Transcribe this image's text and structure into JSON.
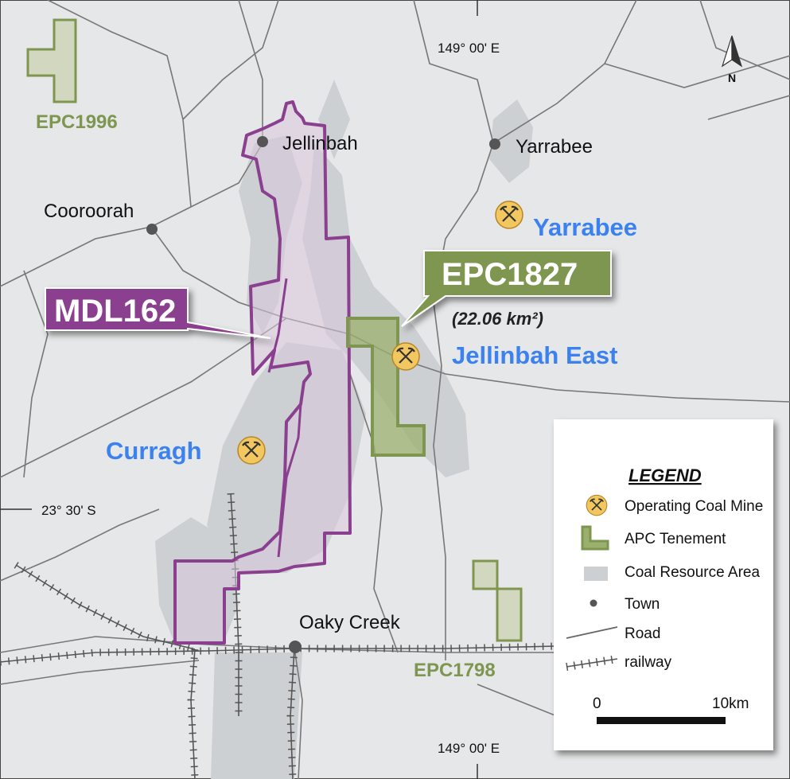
{
  "map": {
    "north": "N",
    "coords": {
      "lon_top": "149° 00' E",
      "lon_bottom": "149° 00' E",
      "lat": "23° 30' S"
    },
    "towns": {
      "jellinbah": "Jellinbah",
      "yarrabee": "Yarrabee",
      "cooroorah": "Cooroorah",
      "oaky_creek": "Oaky Creek"
    },
    "mines": {
      "yarrabee": "Yarrabee",
      "jellinbah_east": "Jellinbah East",
      "curragh": "Curragh"
    },
    "tenements": {
      "epc1996": "EPC1996",
      "epc1798": "EPC1798"
    },
    "callouts": {
      "epc1827": "EPC1827",
      "epc1827_area": "(22.06 km²)",
      "mdl162": "MDL162"
    },
    "colors": {
      "tenement_green": "#7e9650",
      "mdl_purple": "#8b3f8f",
      "mine_label_blue": "#3b82f0",
      "coal_resource_grey": "#cdd0d3",
      "background_grey": "#e6e7e8"
    }
  },
  "legend": {
    "title": "LEGEND",
    "items": [
      {
        "label": "Operating Coal Mine",
        "icon": "coal-mine-icon"
      },
      {
        "label": "APC Tenement",
        "icon": "tenement-icon"
      },
      {
        "label": "Coal Resource Area",
        "icon": "coal-resource-icon"
      },
      {
        "label": "Town",
        "icon": "town-dot-icon"
      },
      {
        "label": "Road",
        "icon": "road-line-icon"
      },
      {
        "label": "railway",
        "icon": "railway-line-icon"
      }
    ],
    "scale": {
      "start": "0",
      "end": "10km"
    }
  }
}
